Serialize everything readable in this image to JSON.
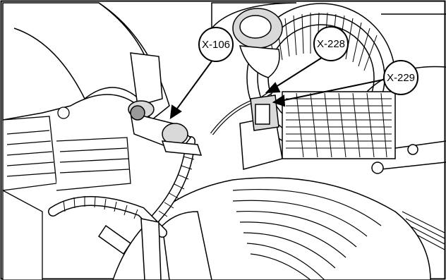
{
  "figure": {
    "callouts": [
      {
        "id": "x106",
        "label": "X-106"
      },
      {
        "id": "x228",
        "label": "X-228"
      },
      {
        "id": "x229",
        "label": "X-229"
      }
    ]
  },
  "colors": {
    "stroke": "#000000",
    "background": "#ffffff",
    "fill_gray": "#d9d9d9",
    "fill_dark": "#9a9a9a"
  }
}
